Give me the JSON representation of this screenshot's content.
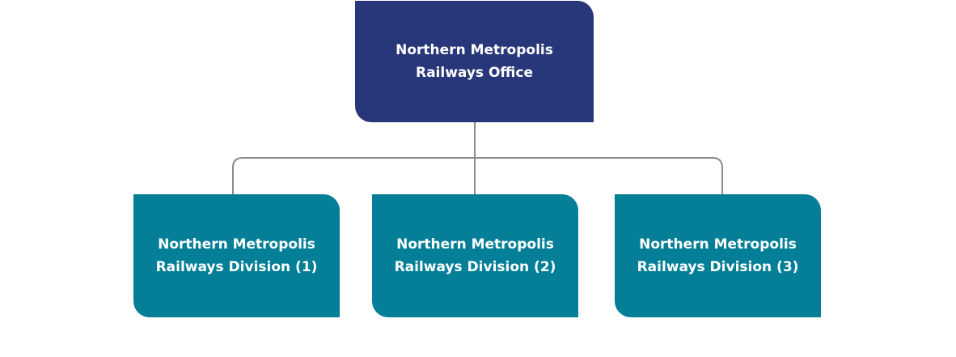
{
  "diagram": {
    "colors": {
      "root_fill": "#283779",
      "child_fill": "#047f97",
      "connector": "#8a8a8a",
      "text": "#ffffff"
    },
    "root": {
      "label": "Northern Metropolis Railways Office"
    },
    "children": [
      {
        "label": "Northern Metropolis Railways Division (1)"
      },
      {
        "label": "Northern Metropolis Railways Division (2)"
      },
      {
        "label": "Northern Metropolis Railways Division (3)"
      }
    ]
  }
}
